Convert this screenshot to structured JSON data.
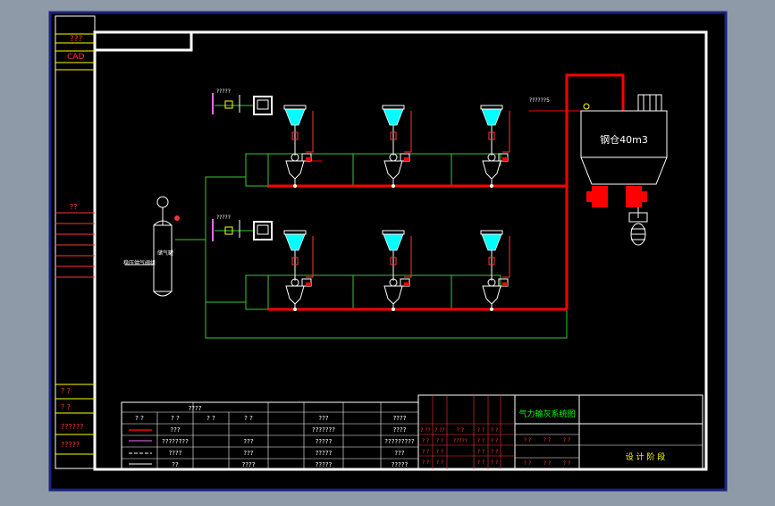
{
  "left_strip": {
    "top_labels": [
      "???",
      "CAD"
    ],
    "mid_label": "??",
    "bottom_labels": [
      "?  ?",
      "?  ?",
      "??????",
      "?????"
    ]
  },
  "silo": {
    "label": "钢仓40m3"
  },
  "filter": {
    "label": "储气罐",
    "inlet_label": "稳压供气阀组"
  },
  "small_labels": {
    "gauge_top": "?????",
    "gauge_bottom": "?????",
    "pipe_label": "??????5"
  },
  "legend": {
    "header": "????",
    "rows": [
      [
        "?   ?",
        "?   ?",
        "?   ?",
        "?   ?",
        "???",
        "????"
      ],
      [
        "",
        "???",
        "",
        "",
        "???????",
        "????"
      ],
      [
        "",
        "????????",
        "",
        "???",
        "?????",
        "?????????"
      ],
      [
        "",
        "????",
        "",
        "???",
        "?????",
        "???"
      ],
      [
        "",
        "??",
        "",
        "????",
        "?????",
        "?????"
      ]
    ]
  },
  "title_block": {
    "drawing_name": "气力输灰系统图",
    "stage_label": "设 计 阶 段",
    "cells_mark": "?",
    "rows": [
      [
        "?  ??",
        "?  ??",
        "?   ?",
        "?   ?",
        "?   ?"
      ],
      [
        "?  ?",
        "?  ?",
        "?????",
        "?   ?",
        "?   ?"
      ],
      [
        "?  ?",
        "?  ?",
        "",
        "?   ?",
        "?   ?"
      ],
      [
        "?  ?",
        "?  ?",
        "",
        "?   ?",
        "?   ?"
      ]
    ],
    "right_cells": [
      "?   ?",
      "?   ?",
      "?   ?",
      "?  ?",
      "?  ?",
      "?  ?"
    ]
  },
  "colors": {
    "background": "#000000",
    "outer_frame": "#1a237e",
    "inner_frame": "#ffffff",
    "pipe_air": "#33cc33",
    "pipe_ash": "#ff0000",
    "equipment": "#ffffff",
    "cyan": "#00ffff",
    "text_red": "#ff3333",
    "text_yellow": "#ffff00"
  }
}
